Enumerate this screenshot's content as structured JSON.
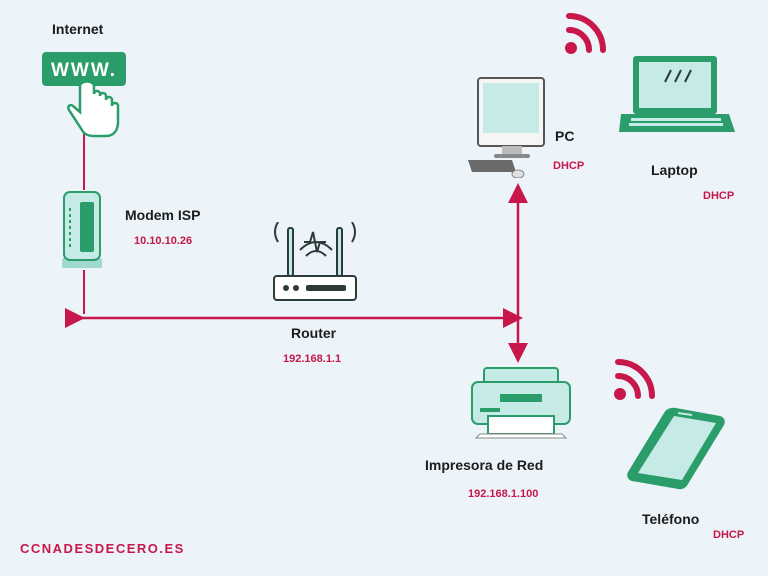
{
  "nodes": {
    "internet": {
      "label": "Internet",
      "www": "WWW."
    },
    "modem": {
      "label": "Modem ISP",
      "ip": "10.10.10.26"
    },
    "router": {
      "label": "Router",
      "ip": "192.168.1.1"
    },
    "pc": {
      "label": "PC",
      "ip": "DHCP"
    },
    "laptop": {
      "label": "Laptop",
      "ip": "DHCP"
    },
    "printer": {
      "label": "Impresora de Red",
      "ip": "192.168.1.100"
    },
    "phone": {
      "label": "Teléfono",
      "ip": "DHCP"
    }
  },
  "brand": "CCNADESDECERO.ES",
  "colors": {
    "link": "#c8174a",
    "device": "#2b9d6b",
    "device_light": "#c6ebe6",
    "background": "#ecf4f9"
  }
}
